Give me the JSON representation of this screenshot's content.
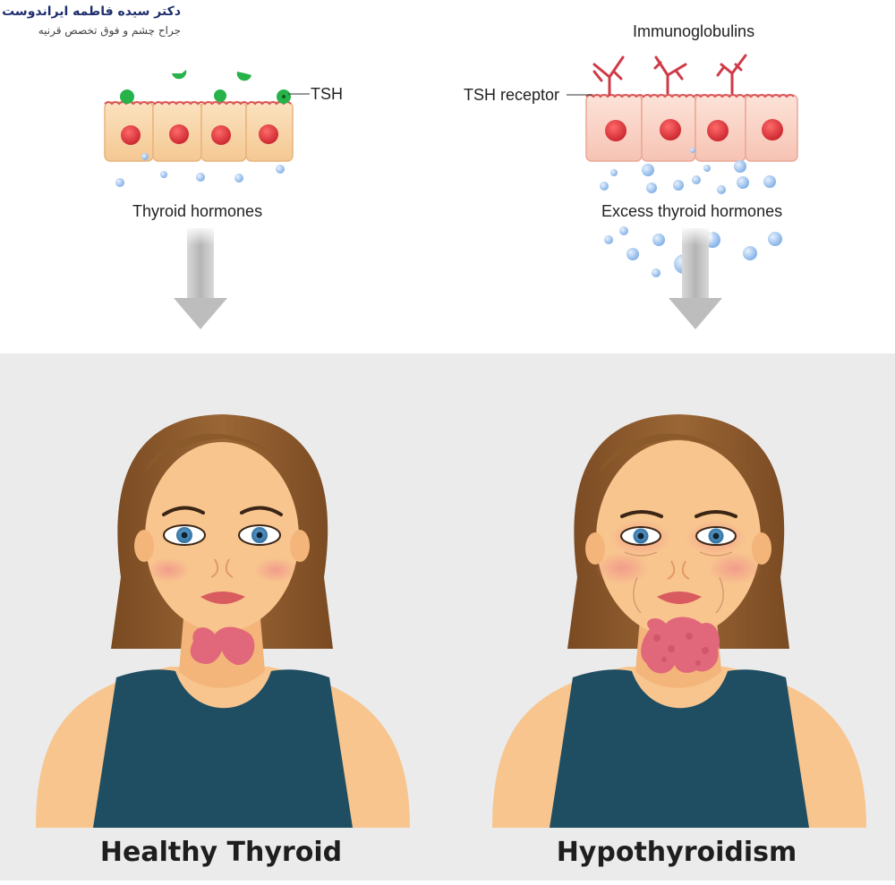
{
  "watermark": {
    "name": "دکتر سیده فاطمه ایراندوست",
    "subtitle": "جراح چشم و فوق تخصص قرنیه"
  },
  "left_diagram": {
    "tsh_label": "TSH",
    "hormones_label": "Thyroid hormones"
  },
  "right_diagram": {
    "immunoglobulins_label": "Immunoglobulins",
    "receptor_label": "TSH receptor",
    "hormones_label": "Excess thyroid hormones"
  },
  "panels": [
    {
      "title": "Healthy Thyroid"
    },
    {
      "title": "Hypothyroidism"
    }
  ],
  "colors": {
    "cell_fill": "#f9d8ad",
    "cell_right_fill": "#f9cfc2",
    "nucleus": "#e2383f",
    "tsh_green": "#27b24a",
    "hormone_blue": "#9fc5ef",
    "antibody_red": "#cf3a48",
    "hair": "#8b5a2b",
    "skin": "#f8c58e",
    "shirt": "#1f4d62",
    "thyroid": "#e0687a",
    "arrow_gray": "#bdbdbd",
    "panel_bg": "#ebebeb"
  }
}
